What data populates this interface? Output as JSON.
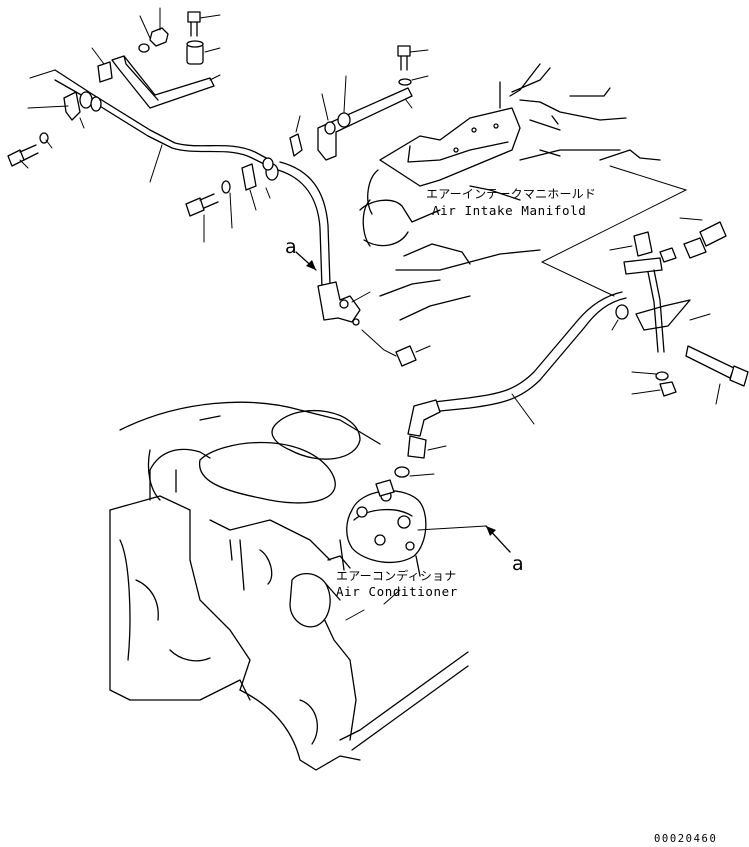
{
  "labels": {
    "manifold_jp": "エアーインテークマニホールド",
    "manifold_en": "Air Intake Manifold",
    "aircon_jp": "エアーコンディショナ",
    "aircon_en": "Air Conditioner"
  },
  "view_marks": {
    "a_upper": "a",
    "a_lower": "a"
  },
  "drawing_number": "00020460"
}
